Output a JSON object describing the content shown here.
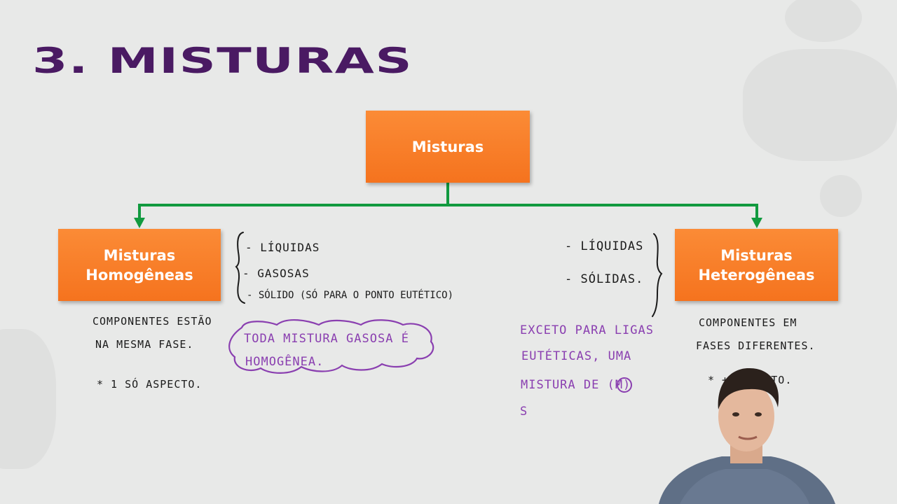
{
  "slide": {
    "title": "3. MISTURAS"
  },
  "diagram": {
    "root": "Misturas",
    "left": {
      "line1": "Misturas",
      "line2": "Homogêneas"
    },
    "right": {
      "line1": "Misturas",
      "line2": "Heterogêneas"
    }
  },
  "notes": {
    "homogeneous_types": [
      "- LÍQUIDAS",
      "- GASOSAS",
      "- SÓLIDO (SÓ PARA O PONTO EUTÉTICO)"
    ],
    "homogeneous_desc_1": "COMPONENTES ESTÃO",
    "homogeneous_desc_2": "NA MESMA FASE.",
    "homogeneous_aspect": "* 1 SÓ ASPECTO.",
    "cloud_1": "TODA MISTURA GASOSA É",
    "cloud_2": "HOMOGÊNEA.",
    "heterogeneous_types": [
      "- LÍQUIDAS",
      "- SÓLIDAS."
    ],
    "exception": [
      "EXCETO PARA LIGAS",
      "EUTÉTICAS, UMA",
      "MISTURA DE (M)",
      "S"
    ],
    "heterogeneous_desc_1": "COMPONENTES EM",
    "heterogeneous_desc_2": "FASES DIFERENTES.",
    "heterogeneous_aspect": "* + ASPECTO."
  },
  "colors": {
    "title": "#4a1a63",
    "box": "#f5731e",
    "connector": "#119a3f",
    "ink_black": "#1a1a1a",
    "ink_purple": "#8a3fb0"
  }
}
